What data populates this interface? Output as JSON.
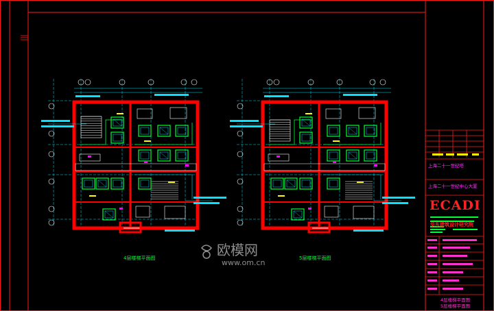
{
  "colors": {
    "background": "#000000",
    "border_red": "#ff1a1a",
    "wall_red": "#ff0000",
    "cyan": "#00e5ff",
    "green": "#00ff33",
    "yellow": "#ffff00",
    "white": "#ffffff",
    "magenta": "#ff00ff"
  },
  "plans": [
    {
      "id": "4f",
      "caption": "4层楼梯平面图"
    },
    {
      "id": "5f",
      "caption": "5层楼梯平面图"
    }
  ],
  "title_block": {
    "project_name_1": "上海二十一世纪塔",
    "project_name_2": "上海二十一世纪中心大厦",
    "logo": "ECADI",
    "firm_cn": "华东建筑设计研究院",
    "drawing_title_1": "4层楼梯平面图",
    "drawing_title_2": "5层楼梯平面图"
  },
  "watermark": {
    "brand": "欧模网",
    "url": "www.om.cn"
  }
}
